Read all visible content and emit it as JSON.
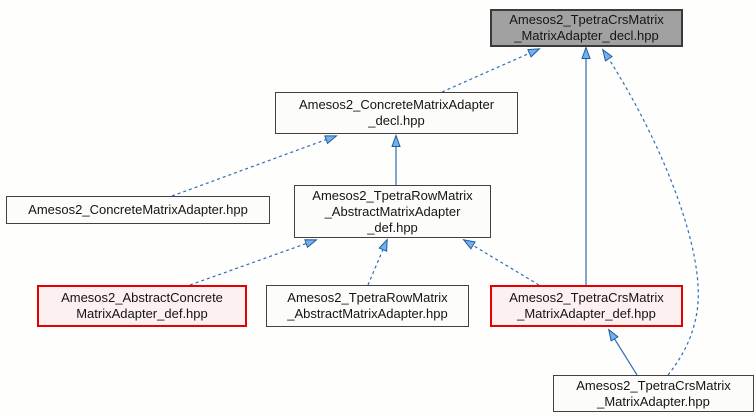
{
  "diagram": {
    "type": "include-dependency-graph",
    "nodes": [
      {
        "id": "tpetra-crs-matrix-adapter-decl",
        "label": "Amesos2_TpetraCrsMatrix\n_MatrixAdapter_decl.hpp",
        "variant": "current"
      },
      {
        "id": "concrete-matrix-adapter-decl",
        "label": "Amesos2_ConcreteMatrixAdapter\n_decl.hpp",
        "variant": "normal"
      },
      {
        "id": "concrete-matrix-adapter",
        "label": "Amesos2_ConcreteMatrixAdapter.hpp",
        "variant": "normal"
      },
      {
        "id": "tpetra-row-matrix-abstract-matrix-adapter-def",
        "label": "Amesos2_TpetraRowMatrix\n_AbstractMatrixAdapter\n_def.hpp",
        "variant": "normal"
      },
      {
        "id": "abstract-concrete-matrix-adapter-def",
        "label": "Amesos2_AbstractConcrete\nMatrixAdapter_def.hpp",
        "variant": "highlighted"
      },
      {
        "id": "tpetra-row-matrix-abstract-matrix-adapter",
        "label": "Amesos2_TpetraRowMatrix\n_AbstractMatrixAdapter.hpp",
        "variant": "normal"
      },
      {
        "id": "tpetra-crs-matrix-adapter-def",
        "label": "Amesos2_TpetraCrsMatrix\n_MatrixAdapter_def.hpp",
        "variant": "highlighted"
      },
      {
        "id": "tpetra-crs-matrix-adapter",
        "label": "Amesos2_TpetraCrsMatrix\n_MatrixAdapter.hpp",
        "variant": "normal"
      }
    ],
    "edges": [
      {
        "from": "concrete-matrix-adapter-decl",
        "to": "tpetra-crs-matrix-adapter-decl",
        "style": "dashed"
      },
      {
        "from": "tpetra-row-matrix-abstract-matrix-adapter-def",
        "to": "concrete-matrix-adapter-decl",
        "style": "solid"
      },
      {
        "from": "concrete-matrix-adapter",
        "to": "concrete-matrix-adapter-decl",
        "style": "dashed"
      },
      {
        "from": "abstract-concrete-matrix-adapter-def",
        "to": "tpetra-row-matrix-abstract-matrix-adapter-def",
        "style": "dashed"
      },
      {
        "from": "tpetra-row-matrix-abstract-matrix-adapter",
        "to": "tpetra-row-matrix-abstract-matrix-adapter-def",
        "style": "dashed"
      },
      {
        "from": "tpetra-crs-matrix-adapter-def",
        "to": "tpetra-row-matrix-abstract-matrix-adapter-def",
        "style": "dashed"
      },
      {
        "from": "tpetra-crs-matrix-adapter-def",
        "to": "tpetra-crs-matrix-adapter-decl",
        "style": "solid"
      },
      {
        "from": "tpetra-crs-matrix-adapter",
        "to": "tpetra-crs-matrix-adapter-def",
        "style": "solid"
      },
      {
        "from": "tpetra-crs-matrix-adapter",
        "to": "tpetra-crs-matrix-adapter-decl",
        "style": "dashed"
      }
    ],
    "colors": {
      "edge": "#2d6db8",
      "arrow_fill": "#72b0ee",
      "current_fill": "#a1a1a1",
      "current_border": "#3a3a3a",
      "highlight_border": "#e60000",
      "highlight_fill": "#fdf0f0",
      "node_fill": "#fcfcfa",
      "node_border": "#424242"
    }
  }
}
